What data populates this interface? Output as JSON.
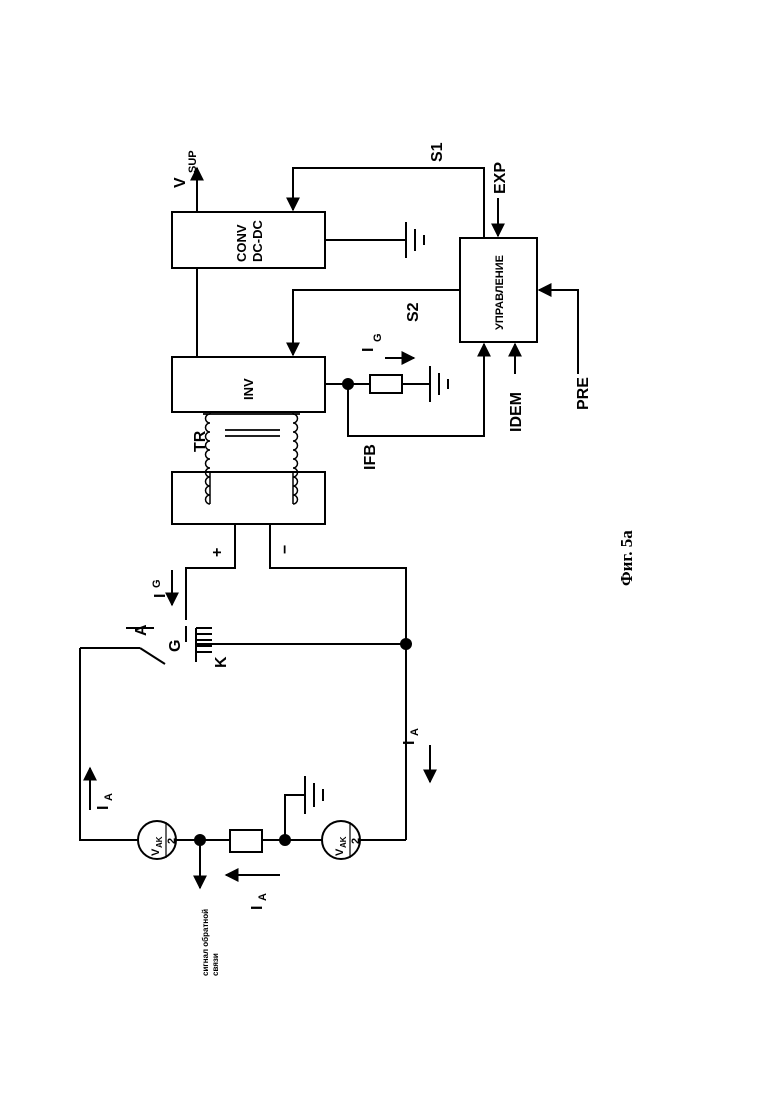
{
  "blocks": {
    "conv": "CONV",
    "dcdc": "DC-DC",
    "inv": "INV",
    "control": "УПРАВЛЕНИЕ"
  },
  "labels": {
    "vsup_main": "V",
    "vsup_sub": "SUP",
    "s1": "S1",
    "s2": "S2",
    "exp": "EXP",
    "idem": "IDEM",
    "pre": "PRE",
    "ifb": "IFB",
    "ig_main": "I",
    "ig_sub": "G",
    "tr": "TR",
    "plus": "+",
    "minus": "−",
    "ia_main": "I",
    "ia_sub": "A",
    "thyristor_a": "A",
    "thyristor_g": "G",
    "thyristor_k": "K",
    "vak_main": "V",
    "vak_sub": "AK",
    "vak_den": "2",
    "feedback_line1": "сигнал обратной",
    "feedback_line2": "связи"
  },
  "caption": "Фиг. 5а",
  "colors": {
    "ink": "#000000",
    "paper": "#ffffff"
  }
}
